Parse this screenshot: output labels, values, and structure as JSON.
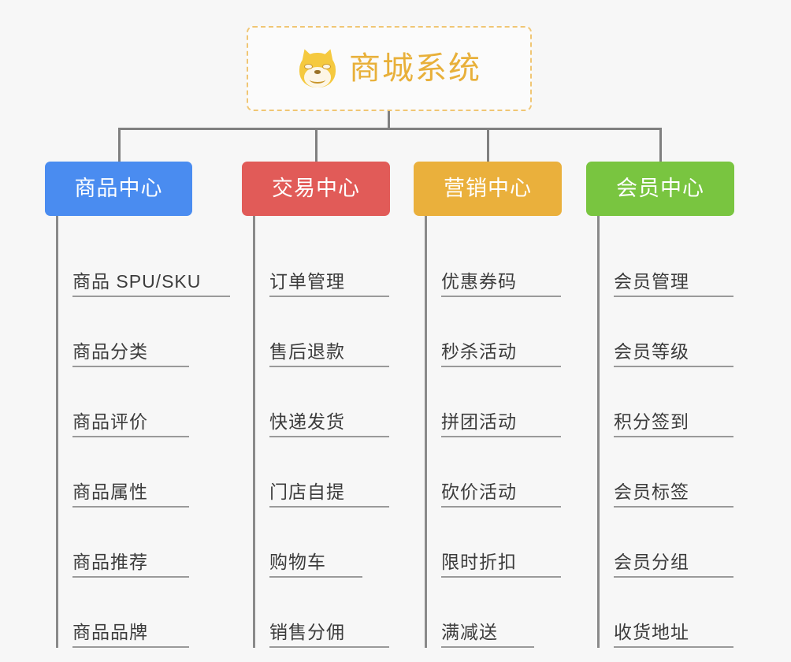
{
  "root": {
    "title": "商城系统",
    "icon": "shiba-dog-emoji",
    "border_color": "#f0c674",
    "text_color": "#e8b03a"
  },
  "colors": {
    "background": "#f7f7f7",
    "connector": "#808080",
    "leaf_text": "#3c3c3c",
    "leaf_rule": "#9a9a9a"
  },
  "columns": [
    {
      "label": "商品中心",
      "color": "#4a8cf0",
      "items": [
        "商品 SPU/SKU",
        "商品分类",
        "商品评价",
        "商品属性",
        "商品推荐",
        "商品品牌"
      ]
    },
    {
      "label": "交易中心",
      "color": "#e15b58",
      "items": [
        "订单管理",
        "售后退款",
        "快递发货",
        "门店自提",
        "购物车",
        "销售分佣"
      ]
    },
    {
      "label": "营销中心",
      "color": "#eab03c",
      "items": [
        "优惠券码",
        "秒杀活动",
        "拼团活动",
        "砍价活动",
        "限时折扣",
        "满减送"
      ]
    },
    {
      "label": "会员中心",
      "color": "#79c540",
      "items": [
        "会员管理",
        "会员等级",
        "积分签到",
        "会员标签",
        "会员分组",
        "收货地址"
      ]
    }
  ]
}
